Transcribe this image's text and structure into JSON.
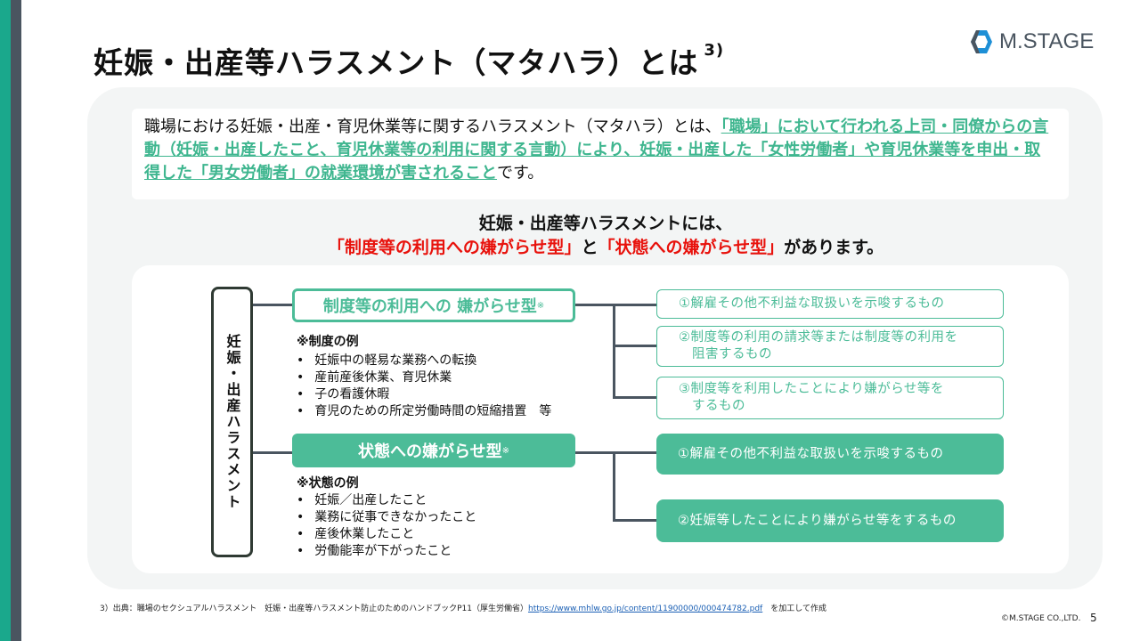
{
  "title": {
    "text": "妊娠・出産等ハラスメント（マタハラ）とは",
    "sup": "3)"
  },
  "logo": {
    "text": "M.STAGE"
  },
  "intro": {
    "pre": "職場における妊娠・出産・育児休業等に関するハラスメント（マタハラ）とは、",
    "highlight": "「職場」において行われる上司・同僚からの言動（妊娠・出産したこと、育児休業等の利用に関する言動）により、妊娠・出産した「女性労働者」や育児休業等を申出・取得した「男女労働者」の就業環境が害されること",
    "post": "です。"
  },
  "summary": {
    "line1": "妊娠・出産等ハラスメントには、",
    "type1": "「制度等の利用への嫌がらせ型」",
    "and": "と",
    "type2": "「状態への嫌がらせ型」",
    "end": "があります。"
  },
  "diagram": {
    "root": "妊娠・出産ハラスメント",
    "categories": [
      {
        "label": "制度等の利用への 嫌がらせ型",
        "mark": "※",
        "examples_heading": "※制度の例",
        "examples": [
          "妊娠中の軽易な業務への転換",
          "産前産後休業、育児休業",
          "子の看護休暇",
          "育児のための所定労働時間の短縮措置　等"
        ],
        "items": [
          "①解雇その他不利益な取扱いを示唆するもの",
          "②制度等の利用の請求等または制度等の利用を\n　阻害するもの",
          "③制度等を利用したことにより嫌がらせ等を\n　するもの"
        ]
      },
      {
        "label": "状態への嫌がらせ型",
        "mark": "※",
        "examples_heading": "※状態の例",
        "examples": [
          "妊娠／出産したこと",
          "業務に従事できなかったこと",
          "産後休業したこと",
          "労働能率が下がったこと"
        ],
        "items": [
          "①解雇その他不利益な取扱いを示唆するもの",
          "②妊娠等したことにより嫌がらせ等をするもの"
        ]
      }
    ]
  },
  "footnote": {
    "text": "3）出典：職場のセクシュアルハラスメント　妊娠・出産等ハラスメント防止のためのハンドブックP11（厚生労働省）",
    "link": "https://www.mhlw.go.jp/content/11900000/000474782.pdf",
    "suffix": "　を加工して作成"
  },
  "copyright": "©M.STAGE CO.,LTD.",
  "page_number": "5",
  "colors": {
    "green": "#4cbc98",
    "red": "#e8120c",
    "teal": "#1aa88c",
    "slate": "#4a5560"
  }
}
